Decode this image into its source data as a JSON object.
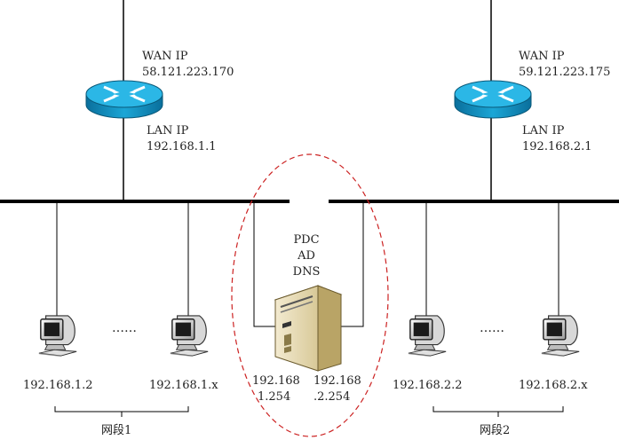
{
  "router_left": {
    "wan_label": "WAN IP",
    "wan_ip": "58.121.223.170",
    "lan_label": "LAN IP",
    "lan_ip": "192.168.1.1"
  },
  "router_right": {
    "wan_label": "WAN IP",
    "wan_ip": "59.121.223.175",
    "lan_label": "LAN IP",
    "lan_ip": "192.168.2.1"
  },
  "server": {
    "roles": [
      "PDC",
      "AD",
      "DNS"
    ],
    "ip_left": [
      "192.168",
      "1.254"
    ],
    "ip_right": [
      "192.168",
      ".2.254"
    ]
  },
  "segment1": {
    "pc_a_ip": "192.168.1.2",
    "ellipsis": "……",
    "pc_b_ip": "192.168.1.x",
    "label": "网段1"
  },
  "segment2": {
    "pc_a_ip": "192.168.2.2",
    "ellipsis": "……",
    "pc_b_ip": "192.168.2.x",
    "label": "网段2"
  },
  "colors": {
    "router": "#1a9fd0",
    "highlight": "#cc2222",
    "server": "#e8dcb8",
    "line": "#000000"
  },
  "icons": {
    "router": "router-icon",
    "server": "server-icon",
    "pc": "computer-icon"
  }
}
